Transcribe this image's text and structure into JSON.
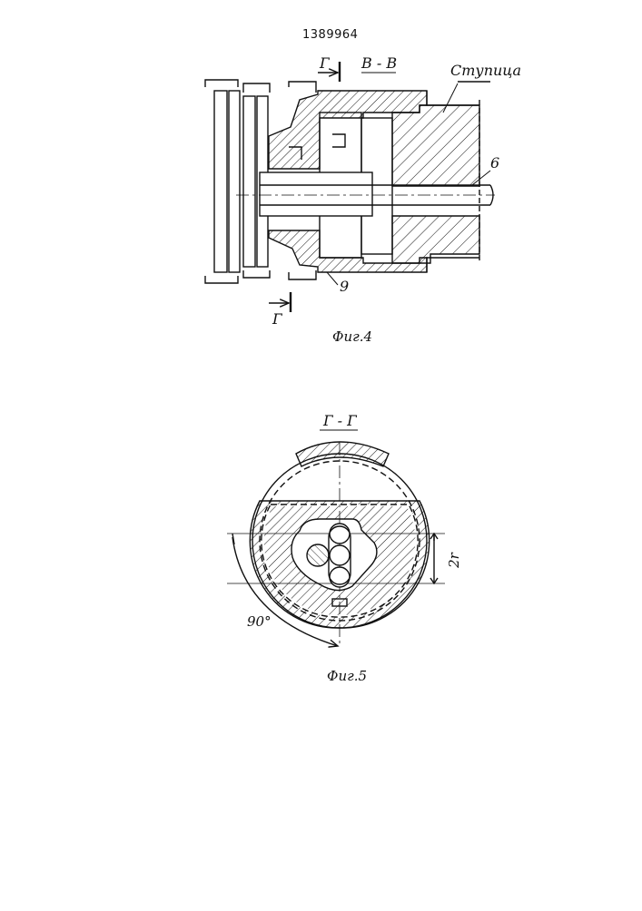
{
  "patent_number": "1389964",
  "figure4": {
    "section_label": "В - В",
    "cut_mark_top": "Г",
    "cut_mark_bottom": "Г",
    "hub_label": "Ступица",
    "part_6": "6",
    "part_9": "9",
    "caption": "Фиг.4"
  },
  "figure5": {
    "section_label": "Г - Г",
    "dimension_2r": "2r",
    "angle": "90°",
    "caption": "Фиг.5"
  },
  "colors": {
    "ink": "#111111",
    "paper": "#ffffff"
  }
}
